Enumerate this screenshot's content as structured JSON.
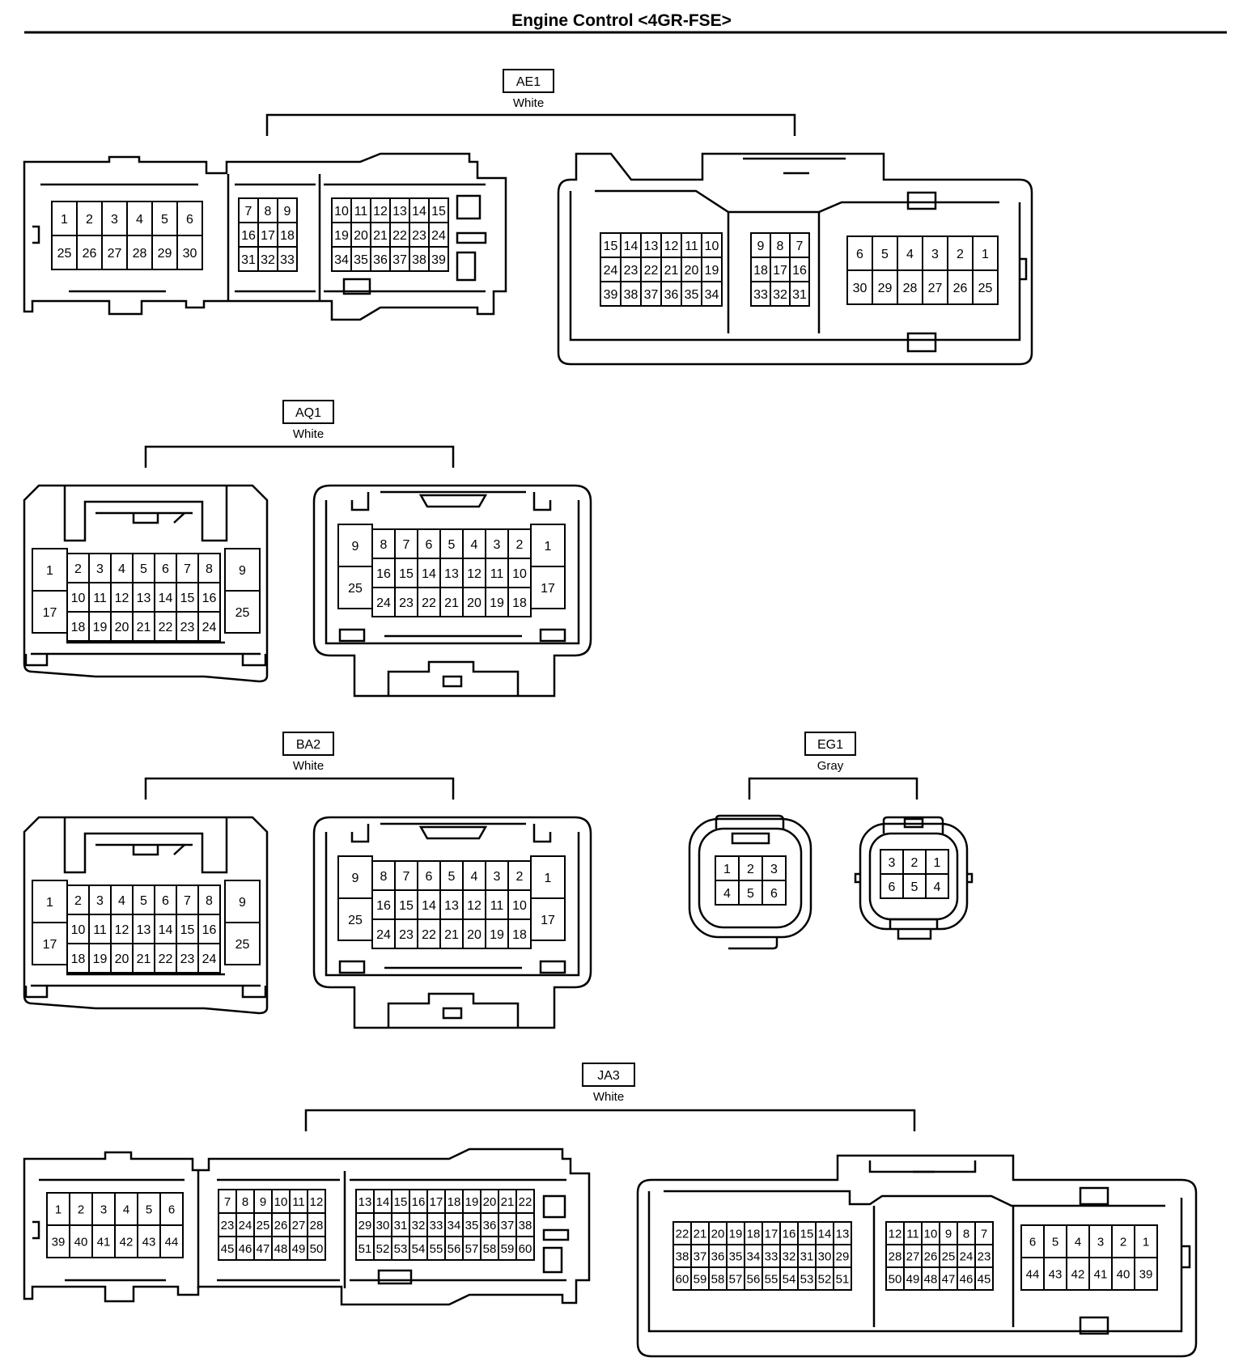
{
  "title": "Engine Control <4GR-FSE>",
  "colors": {
    "line": "#000000",
    "background": "#ffffff"
  },
  "connectors": [
    {
      "id": "AE1",
      "color_label": "White",
      "halves": [
        {
          "pin_groups": [
            [
              [
                "1",
                "2",
                "3",
                "4",
                "5",
                "6"
              ],
              [
                "25",
                "26",
                "27",
                "28",
                "29",
                "30"
              ]
            ],
            [
              [
                "7",
                "8",
                "9"
              ],
              [
                "16",
                "17",
                "18"
              ],
              [
                "31",
                "32",
                "33"
              ]
            ],
            [
              [
                "10",
                "11",
                "12",
                "13",
                "14",
                "15"
              ],
              [
                "19",
                "20",
                "21",
                "22",
                "23",
                "24"
              ],
              [
                "34",
                "35",
                "36",
                "37",
                "38",
                "39"
              ]
            ]
          ]
        },
        {
          "pin_groups": [
            [
              [
                "15",
                "14",
                "13",
                "12",
                "11",
                "10"
              ],
              [
                "24",
                "23",
                "22",
                "21",
                "20",
                "19"
              ],
              [
                "39",
                "38",
                "37",
                "36",
                "35",
                "34"
              ]
            ],
            [
              [
                "9",
                "8",
                "7"
              ],
              [
                "18",
                "17",
                "16"
              ],
              [
                "33",
                "32",
                "31"
              ]
            ],
            [
              [
                "6",
                "5",
                "4",
                "3",
                "2",
                "1"
              ],
              [
                "30",
                "29",
                "28",
                "27",
                "26",
                "25"
              ]
            ]
          ]
        }
      ]
    },
    {
      "id": "AQ1",
      "color_label": "White",
      "halves": [
        {
          "side_left": [
            "1",
            "17"
          ],
          "side_right": [
            "9",
            "25"
          ],
          "grid": [
            [
              "2",
              "3",
              "4",
              "5",
              "6",
              "7",
              "8"
            ],
            [
              "10",
              "11",
              "12",
              "13",
              "14",
              "15",
              "16"
            ],
            [
              "18",
              "19",
              "20",
              "21",
              "22",
              "23",
              "24"
            ]
          ]
        },
        {
          "side_left": [
            "9",
            "25"
          ],
          "side_right": [
            "1",
            "17"
          ],
          "grid": [
            [
              "8",
              "7",
              "6",
              "5",
              "4",
              "3",
              "2"
            ],
            [
              "16",
              "15",
              "14",
              "13",
              "12",
              "11",
              "10"
            ],
            [
              "24",
              "23",
              "22",
              "21",
              "20",
              "19",
              "18"
            ]
          ]
        }
      ]
    },
    {
      "id": "BA2",
      "color_label": "White",
      "halves": [
        {
          "side_left": [
            "1",
            "17"
          ],
          "side_right": [
            "9",
            "25"
          ],
          "grid": [
            [
              "2",
              "3",
              "4",
              "5",
              "6",
              "7",
              "8"
            ],
            [
              "10",
              "11",
              "12",
              "13",
              "14",
              "15",
              "16"
            ],
            [
              "18",
              "19",
              "20",
              "21",
              "22",
              "23",
              "24"
            ]
          ]
        },
        {
          "side_left": [
            "9",
            "25"
          ],
          "side_right": [
            "1",
            "17"
          ],
          "grid": [
            [
              "8",
              "7",
              "6",
              "5",
              "4",
              "3",
              "2"
            ],
            [
              "16",
              "15",
              "14",
              "13",
              "12",
              "11",
              "10"
            ],
            [
              "24",
              "23",
              "22",
              "21",
              "20",
              "19",
              "18"
            ]
          ]
        }
      ]
    },
    {
      "id": "EG1",
      "color_label": "Gray",
      "halves": [
        {
          "grid": [
            [
              "1",
              "2",
              "3"
            ],
            [
              "4",
              "5",
              "6"
            ]
          ]
        },
        {
          "grid": [
            [
              "3",
              "2",
              "1"
            ],
            [
              "6",
              "5",
              "4"
            ]
          ]
        }
      ]
    },
    {
      "id": "JA3",
      "color_label": "White",
      "halves": [
        {
          "pin_groups": [
            [
              [
                "1",
                "2",
                "3",
                "4",
                "5",
                "6"
              ],
              [
                "39",
                "40",
                "41",
                "42",
                "43",
                "44"
              ]
            ],
            [
              [
                "7",
                "8",
                "9",
                "10",
                "11",
                "12"
              ],
              [
                "23",
                "24",
                "25",
                "26",
                "27",
                "28"
              ],
              [
                "45",
                "46",
                "47",
                "48",
                "49",
                "50"
              ]
            ],
            [
              [
                "13",
                "14",
                "15",
                "16",
                "17",
                "18",
                "19",
                "20",
                "21",
                "22"
              ],
              [
                "29",
                "30",
                "31",
                "32",
                "33",
                "34",
                "35",
                "36",
                "37",
                "38"
              ],
              [
                "51",
                "52",
                "53",
                "54",
                "55",
                "56",
                "57",
                "58",
                "59",
                "60"
              ]
            ]
          ]
        },
        {
          "pin_groups": [
            [
              [
                "22",
                "21",
                "20",
                "19",
                "18",
                "17",
                "16",
                "15",
                "14",
                "13"
              ],
              [
                "38",
                "37",
                "36",
                "35",
                "34",
                "33",
                "32",
                "31",
                "30",
                "29"
              ],
              [
                "60",
                "59",
                "58",
                "57",
                "56",
                "55",
                "54",
                "53",
                "52",
                "51"
              ]
            ],
            [
              [
                "12",
                "11",
                "10",
                "9",
                "8",
                "7"
              ],
              [
                "28",
                "27",
                "26",
                "25",
                "24",
                "23"
              ],
              [
                "50",
                "49",
                "48",
                "47",
                "46",
                "45"
              ]
            ],
            [
              [
                "6",
                "5",
                "4",
                "3",
                "2",
                "1"
              ],
              [
                "44",
                "43",
                "42",
                "41",
                "40",
                "39"
              ]
            ]
          ]
        }
      ]
    }
  ]
}
